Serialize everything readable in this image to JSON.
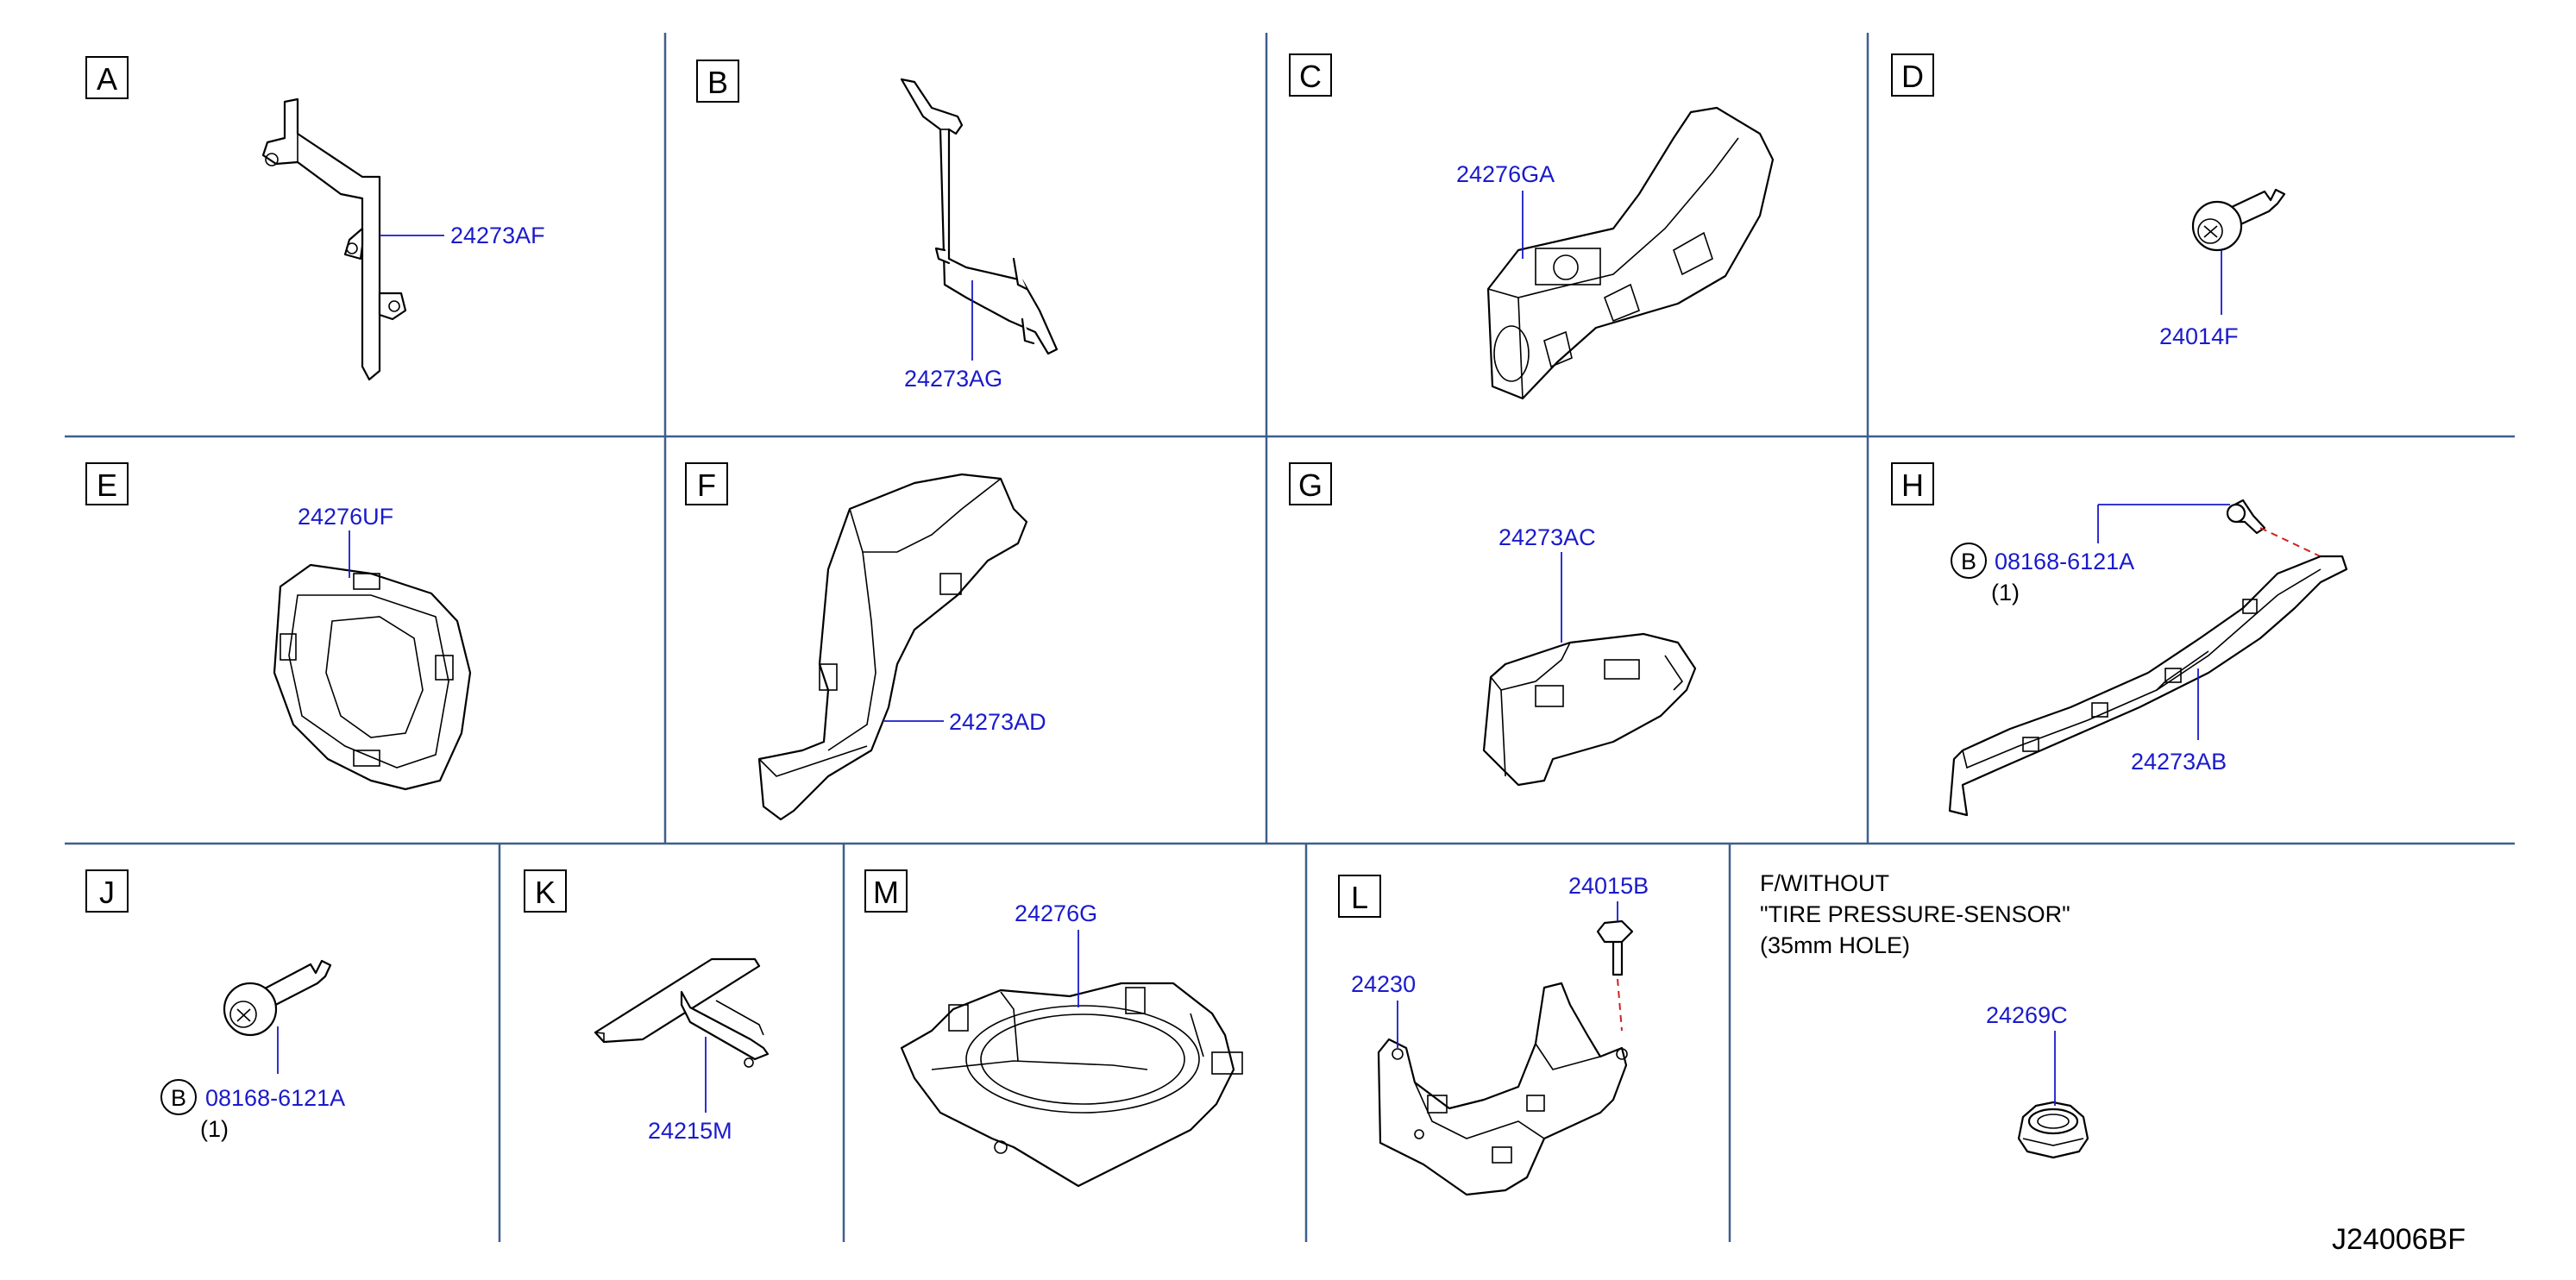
{
  "panels": {
    "A": {
      "letter": "A",
      "part": "24273AF"
    },
    "B": {
      "letter": "B",
      "part": "24273AG"
    },
    "C": {
      "letter": "C",
      "part": "24276GA"
    },
    "D": {
      "letter": "D",
      "part": "24014F"
    },
    "E": {
      "letter": "E",
      "part": "24276UF"
    },
    "F": {
      "letter": "F",
      "part": "24273AD"
    },
    "G": {
      "letter": "G",
      "part": "24273AC"
    },
    "H": {
      "letter": "H",
      "part": "24273AB",
      "bolt_callout": "B",
      "bolt_part": "08168-6121A",
      "bolt_qty": "(1)"
    },
    "J": {
      "letter": "J",
      "bolt_callout": "B",
      "bolt_part": "08168-6121A",
      "bolt_qty": "(1)"
    },
    "K": {
      "letter": "K",
      "part": "24215M"
    },
    "M": {
      "letter": "M",
      "part": "24276G"
    },
    "L": {
      "letter": "L",
      "part": "24230",
      "bolt_part": "24015B"
    },
    "N": {
      "note_line1": "F/WITHOUT",
      "note_line2": "\"TIRE   PRESSURE-SENSOR\"",
      "note_line3": "(35mm   HOLE)",
      "part": "24269C"
    }
  },
  "diagram_code": "J24006BF",
  "colors": {
    "part_number": "#1a1acc",
    "divider": "#3d5f8c",
    "hidden_line": "#d02020"
  }
}
